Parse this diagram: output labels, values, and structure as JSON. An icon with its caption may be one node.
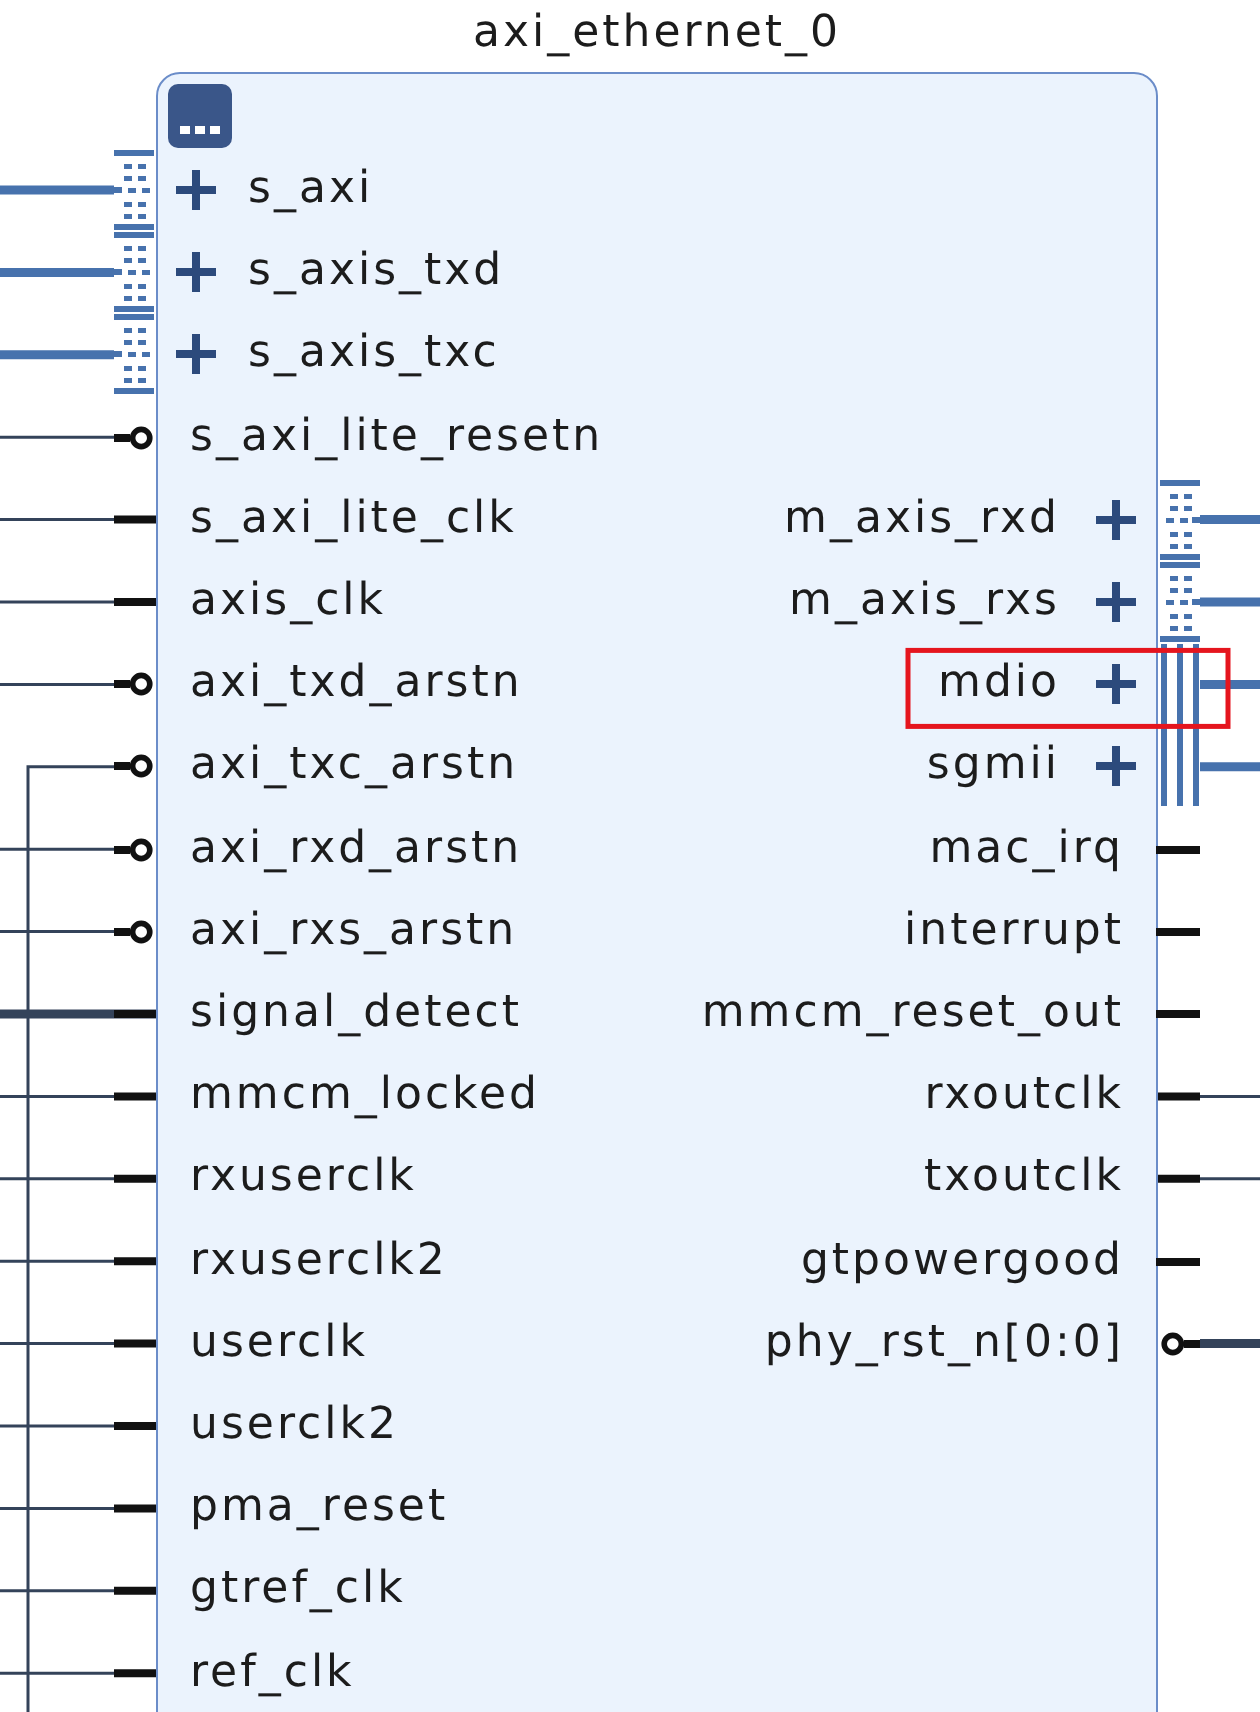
{
  "diagram": {
    "nodes": [
      {
        "text": [
          "axi_ethernet_0"
        ]
      },
      {
        "text": [
          "s_axi"
        ],
        "in": 0
      },
      {
        "text": [
          "s_axis_txd"
        ],
        "in": 0
      },
      {
        "text": [
          "s_axis_txc"
        ],
        "in": 0
      },
      {
        "text": [
          "s_axi_lite_resetn"
        ],
        "in": 0
      },
      {
        "text": [
          "s_axi_lite_clk"
        ],
        "in": 0
      },
      {
        "text": [
          "axis_clk"
        ],
        "in": 0
      },
      {
        "text": [
          "axi_txd_arstn"
        ],
        "in": 0
      },
      {
        "text": [
          "axi_txc_arstn"
        ],
        "in": 0
      },
      {
        "text": [
          "axi_rxd_arstn"
        ],
        "in": 0
      },
      {
        "text": [
          "axi_rxs_arstn"
        ],
        "in": 0
      },
      {
        "text": [
          "signal_detect"
        ],
        "in": 0
      },
      {
        "text": [
          "mmcm_locked"
        ],
        "in": 0
      },
      {
        "text": [
          "rxuserclk"
        ],
        "in": 0
      },
      {
        "text": [
          "rxuserclk2"
        ],
        "in": 0
      },
      {
        "text": [
          "userclk"
        ],
        "in": 0
      },
      {
        "text": [
          "userclk2"
        ],
        "in": 0
      },
      {
        "text": [
          "pma_reset"
        ],
        "in": 0
      },
      {
        "text": [
          "gtref_clk"
        ],
        "in": 0
      },
      {
        "text": [
          "ref_clk"
        ],
        "in": 0
      },
      {
        "text": [
          "m_axis_rxd"
        ],
        "in": 0
      },
      {
        "text": [
          "m_axis_rxs"
        ],
        "in": 0
      },
      {
        "text": [
          "mdio"
        ],
        "in": 0
      },
      {
        "text": [
          "sgmii"
        ],
        "in": 0
      },
      {
        "text": [
          "mac_irq"
        ],
        "in": 0
      },
      {
        "text": [
          "interrupt"
        ],
        "in": 0
      },
      {
        "text": [
          "mmcm_reset_out"
        ],
        "in": 0
      },
      {
        "text": [
          "rxoutclk"
        ],
        "in": 0
      },
      {
        "text": [
          "txoutclk"
        ],
        "in": 0
      },
      {
        "text": [
          "gtpowergood"
        ],
        "in": 0
      },
      {
        "text": [
          "phy_rst_n[0:0]"
        ],
        "in": 0
      }
    ],
    "edges": [
      {
        "from": null,
        "to": 1,
        "arrow": "none",
        "style": "thick",
        "color": "#4772ad"
      },
      {
        "from": null,
        "to": 2,
        "arrow": "none",
        "style": "thick",
        "color": "#4772ad"
      },
      {
        "from": null,
        "to": 3,
        "arrow": "none",
        "style": "thick",
        "color": "#4772ad"
      },
      {
        "from": null,
        "to": 4,
        "arrow": "none"
      },
      {
        "from": null,
        "to": 5,
        "arrow": "none"
      },
      {
        "from": null,
        "to": 6,
        "arrow": "none"
      },
      {
        "from": null,
        "to": 7,
        "arrow": "none"
      },
      {
        "from": null,
        "to": 8,
        "arrow": "none"
      },
      {
        "from": null,
        "to": 9,
        "arrow": "none"
      },
      {
        "from": null,
        "to": 10,
        "arrow": "none"
      },
      {
        "from": null,
        "to": 11,
        "arrow": "none",
        "style": "thick"
      },
      {
        "from": null,
        "to": 12,
        "arrow": "none"
      },
      {
        "from": null,
        "to": 13,
        "arrow": "none"
      },
      {
        "from": null,
        "to": 14,
        "arrow": "none"
      },
      {
        "from": null,
        "to": 15,
        "arrow": "none"
      },
      {
        "from": null,
        "to": 16,
        "arrow": "none"
      },
      {
        "from": null,
        "to": 17,
        "arrow": "none"
      },
      {
        "from": null,
        "to": 18,
        "arrow": "none"
      },
      {
        "from": null,
        "to": 19,
        "arrow": "none"
      },
      {
        "from": 20,
        "to": null,
        "arrow": "none",
        "style": "thick",
        "color": "#4772ad"
      },
      {
        "from": 21,
        "to": null,
        "arrow": "none",
        "style": "thick",
        "color": "#4772ad"
      },
      {
        "from": 22,
        "to": null,
        "arrow": "none",
        "style": "thick",
        "color": "#4772ad"
      },
      {
        "from": 23,
        "to": null,
        "arrow": "none",
        "style": "thick",
        "color": "#4772ad"
      },
      {
        "from": 27,
        "to": null,
        "arrow": "none"
      },
      {
        "from": 28,
        "to": null,
        "arrow": "none"
      },
      {
        "from": 30,
        "to": null,
        "arrow": "none",
        "style": "thick"
      }
    ]
  }
}
